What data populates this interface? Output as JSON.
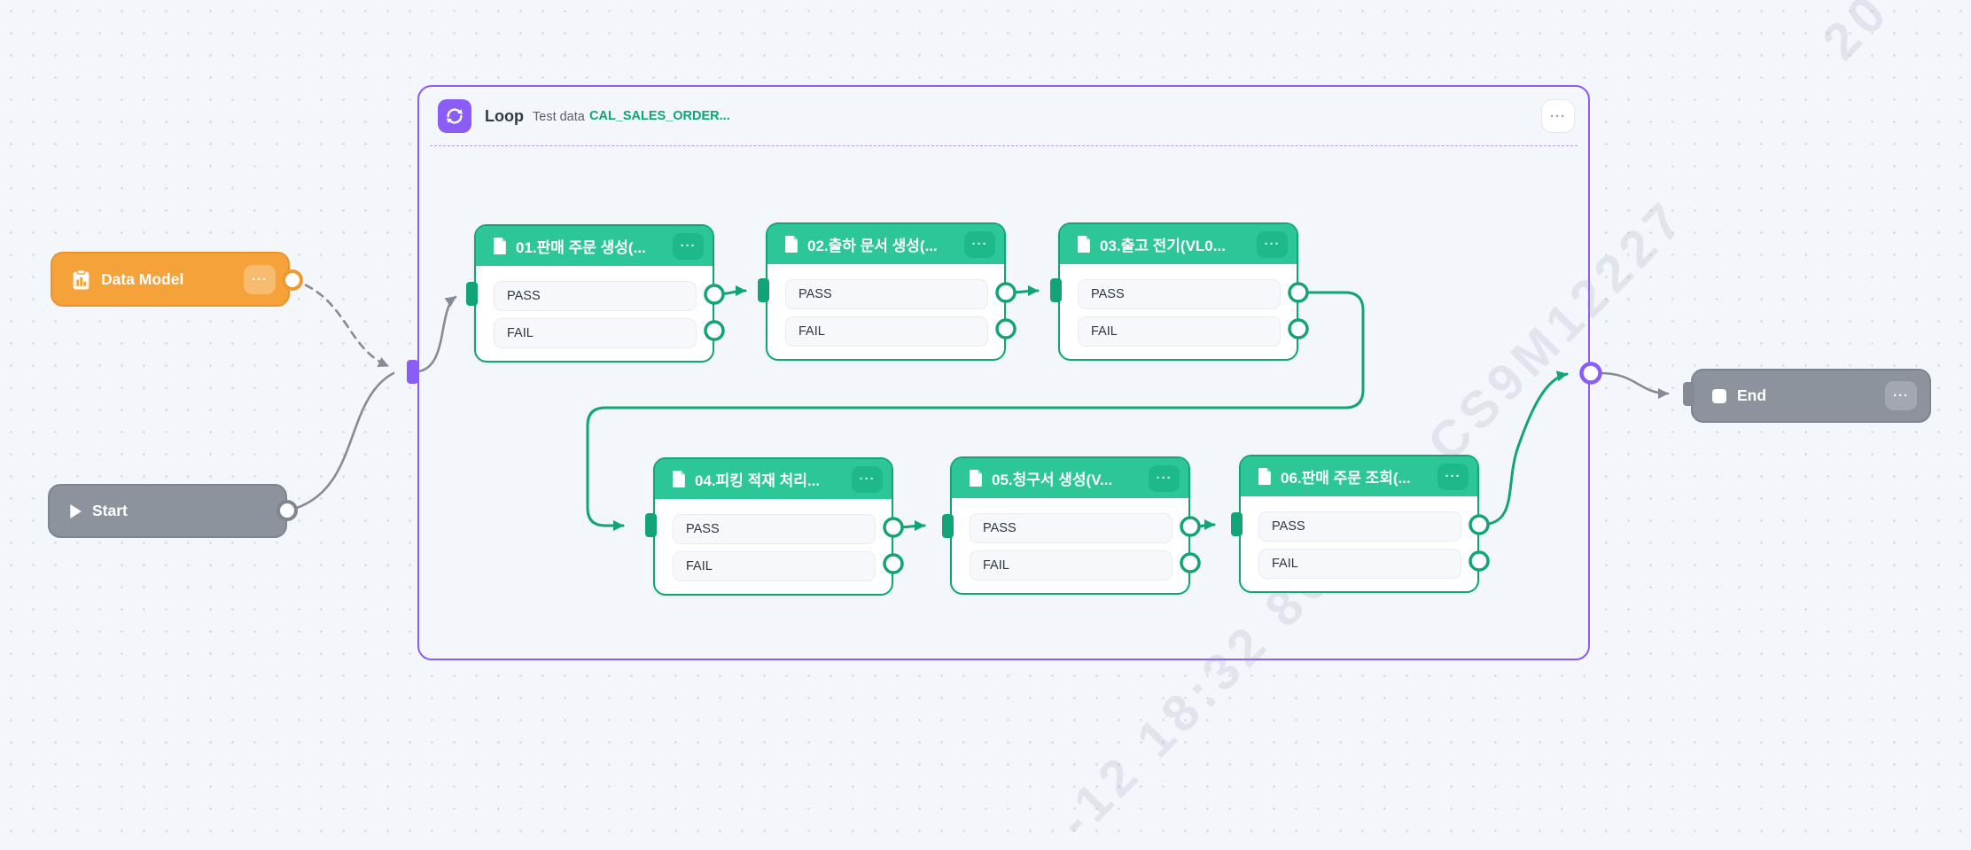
{
  "canvas": {
    "background": "#f3f6fa",
    "watermark": {
      "text": "-12 18:32 86156 LCS9M12227",
      "fragment": "20"
    }
  },
  "colors": {
    "loop_accent": "#8b5cf6",
    "step_header_green": "#2cc698",
    "step_border_green": "#12a376",
    "wire_green": "#12a376",
    "wire_gray": "#848b96",
    "data_model_orange": "#f6a23b",
    "start_end_gray": "#8d939d",
    "dataset_link_teal": "#0ea47a"
  },
  "glyphs": {
    "ellipsis": "···"
  },
  "nodes": {
    "data_model": {
      "label": "Data Model"
    },
    "start": {
      "label": "Start"
    },
    "end": {
      "label": "End"
    }
  },
  "loop": {
    "title": "Loop",
    "subtitle": "Test data",
    "dataset": "CAL_SALES_ORDER...",
    "steps": [
      {
        "title": "01.판매 주문 생성(...",
        "outputs": [
          "PASS",
          "FAIL"
        ]
      },
      {
        "title": "02.출하 문서 생성(...",
        "outputs": [
          "PASS",
          "FAIL"
        ]
      },
      {
        "title": "03.출고 전기(VL0...",
        "outputs": [
          "PASS",
          "FAIL"
        ]
      },
      {
        "title": "04.피킹 적재 처리...",
        "outputs": [
          "PASS",
          "FAIL"
        ]
      },
      {
        "title": "05.청구서 생성(V...",
        "outputs": [
          "PASS",
          "FAIL"
        ]
      },
      {
        "title": "06.판매 주문 조회(...",
        "outputs": [
          "PASS",
          "FAIL"
        ]
      }
    ]
  }
}
